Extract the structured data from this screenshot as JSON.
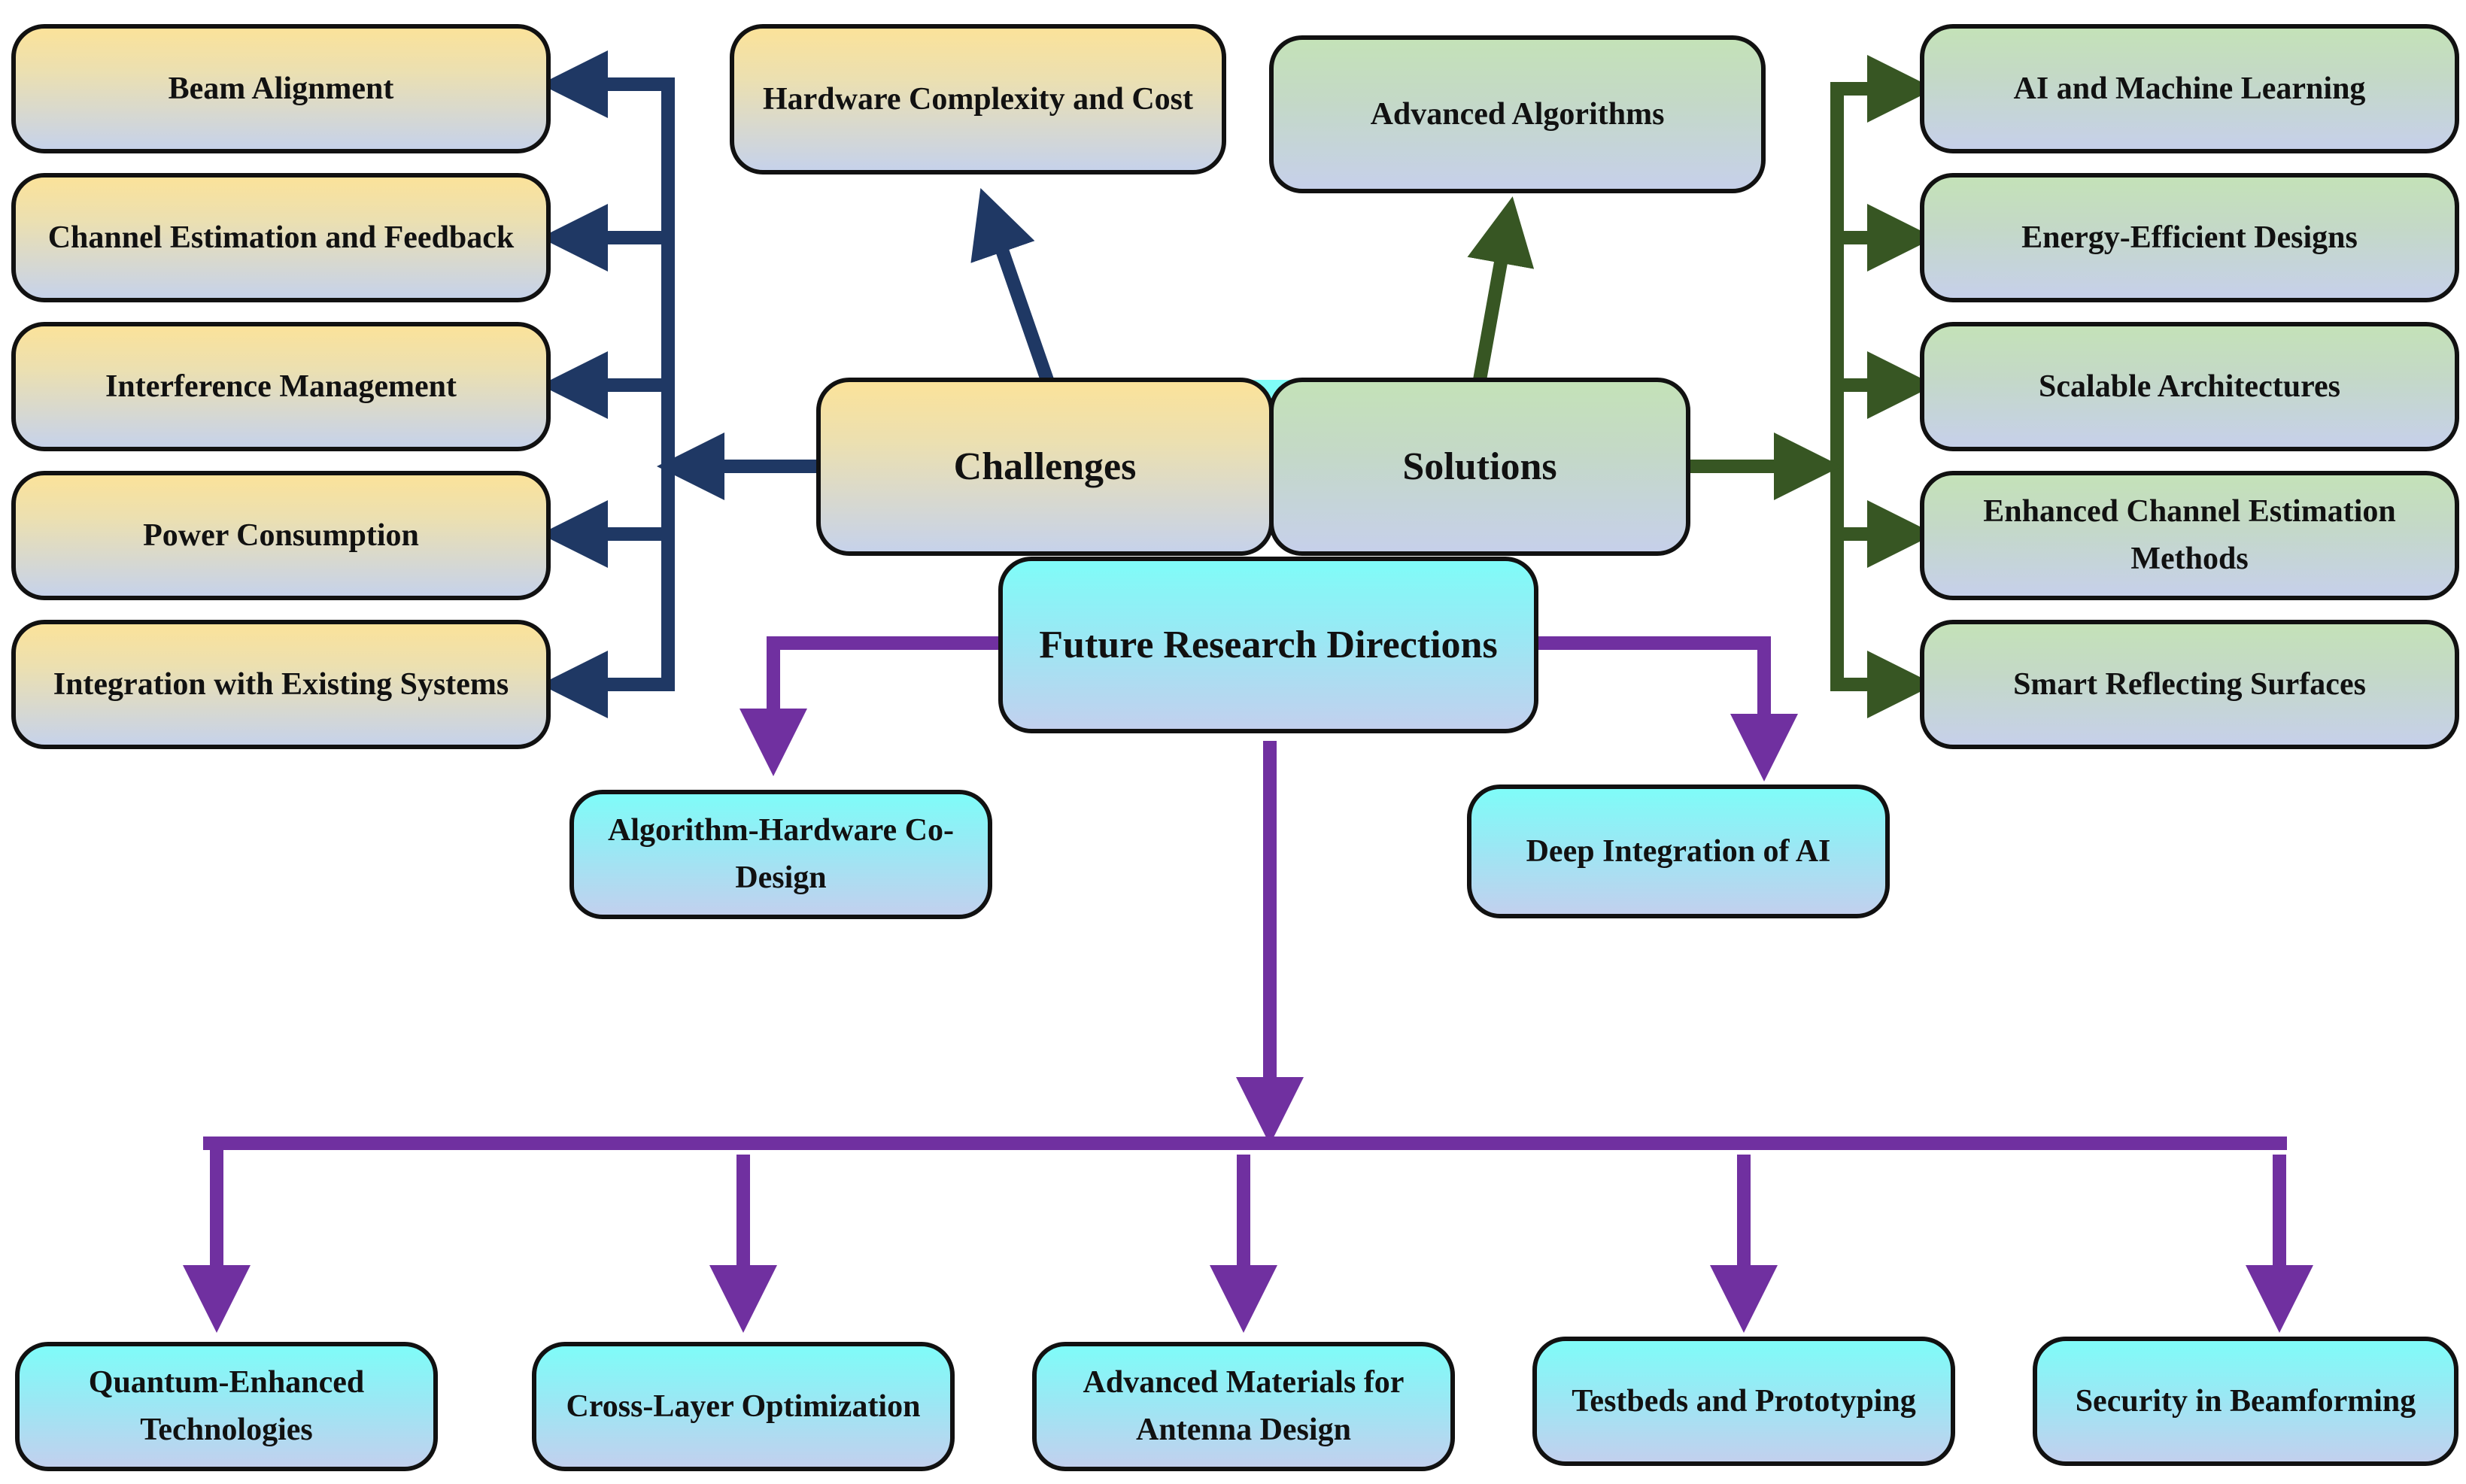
{
  "center": {
    "challenges": "Challenges",
    "solutions": "Solutions",
    "future": "Future Research Directions"
  },
  "challenges": {
    "top": "Hardware Complexity and Cost",
    "items": [
      "Beam Alignment",
      "Channel Estimation and Feedback",
      "Interference Management",
      "Power Consumption",
      "Integration with Existing Systems"
    ]
  },
  "solutions": {
    "top": "Advanced Algorithms",
    "items": [
      "AI and Machine Learning",
      "Energy-Efficient Designs",
      "Scalable Architectures",
      "Enhanced Channel Estimation Methods",
      "Smart Reflecting Surfaces"
    ]
  },
  "future": {
    "left": "Algorithm-Hardware Co-Design",
    "right": "Deep Integration of AI",
    "bottom": [
      "Quantum-Enhanced Technologies",
      "Cross-Layer Optimization",
      "Advanced Materials for Antenna Design",
      "Testbeds and Prototyping",
      "Security in Beamforming"
    ]
  },
  "colors": {
    "challenge_arrow": "#1f3864",
    "solution_arrow": "#375623",
    "future_arrow": "#7030a0",
    "center_link": "#7ffcf8"
  }
}
